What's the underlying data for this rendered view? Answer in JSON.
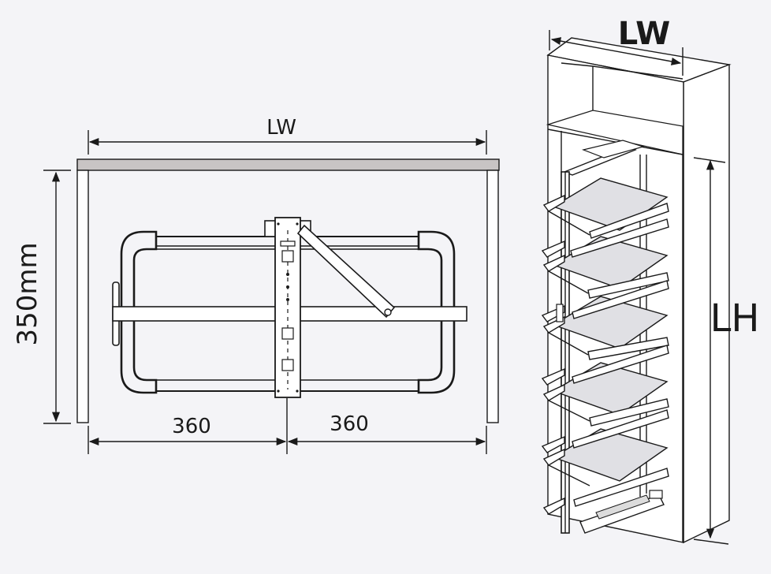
{
  "plan": {
    "width_label": "LW",
    "depth_label": "350mm",
    "left_label": "360",
    "right_label": "360"
  },
  "cabinet": {
    "width_label": "LW",
    "height_label": "LH"
  },
  "colors": {
    "background": "#f4f4f7",
    "line": "#1a1a1a",
    "panel": "#c8c4c4",
    "shelf": "#e0e0e4"
  }
}
